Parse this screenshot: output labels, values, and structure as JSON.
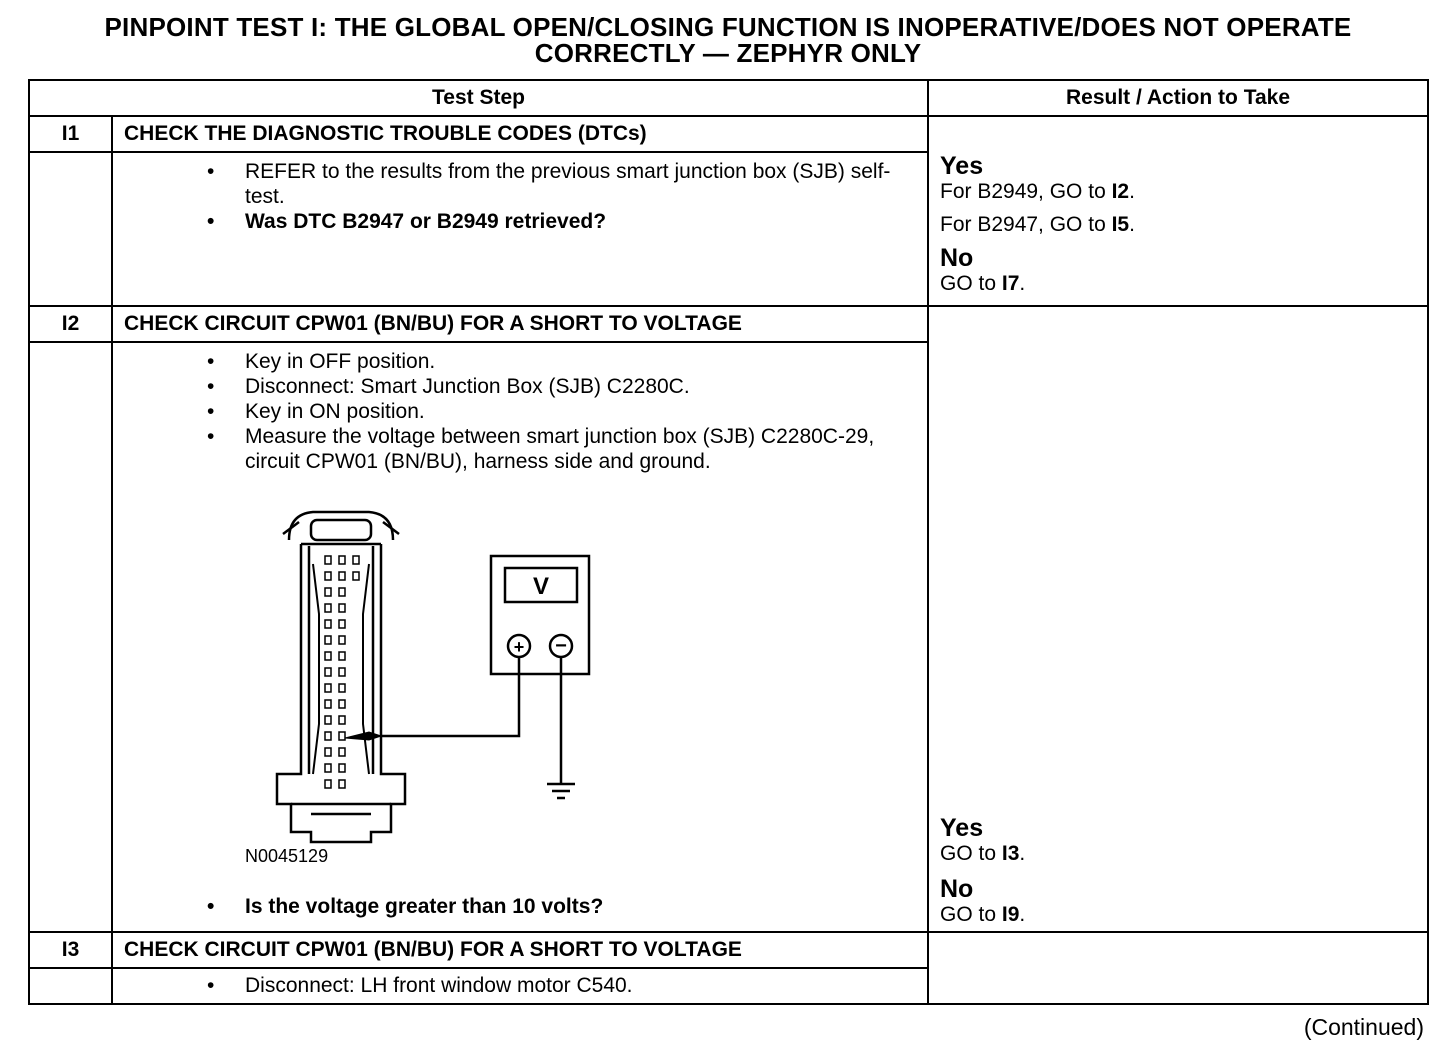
{
  "title": {
    "line1": "PINPOINT TEST I: THE GLOBAL OPEN/CLOSING FUNCTION IS INOPERATIVE/DOES NOT OPERATE",
    "line2": "CORRECTLY — ZEPHYR ONLY"
  },
  "table": {
    "col_test_step": "Test Step",
    "col_result": "Result / Action to Take"
  },
  "steps": [
    {
      "id": "I1",
      "heading": "CHECK THE DIAGNOSTIC TROUBLE CODES (DTCs)",
      "items": [
        "REFER to the results from the previous smart junction box (SJB) self-test.",
        "Was DTC B2947 or B2949 retrieved?"
      ],
      "result": {
        "yes_label": "Yes",
        "yes_line1_text": "For B2949, GO to ",
        "yes_line1_target": "I2",
        "yes_line2_text": "For B2947, GO to ",
        "yes_line2_target": "I5",
        "no_label": "No",
        "no_text": "GO to ",
        "no_target": "I7"
      }
    },
    {
      "id": "I2",
      "heading": "CHECK CIRCUIT CPW01 (BN/BU) FOR A SHORT TO VOLTAGE",
      "items": [
        "Key in OFF position.",
        "Disconnect: Smart Junction Box (SJB) C2280C.",
        "Key in ON position.",
        "Measure the voltage between smart junction box (SJB) C2280C-29, circuit CPW01 (BN/BU), harness side and ground."
      ],
      "figure_id": "N0045129",
      "meter_symbol": "V",
      "question": "Is the voltage greater than 10 volts?",
      "result": {
        "yes_label": "Yes",
        "yes_text": "GO to ",
        "yes_target": "I3",
        "no_label": "No",
        "no_text": "GO to ",
        "no_target": "I9"
      }
    },
    {
      "id": "I3",
      "heading": "CHECK CIRCUIT CPW01 (BN/BU) FOR A SHORT TO VOLTAGE",
      "items": [
        "Disconnect: LH front window motor C540."
      ]
    }
  ],
  "footer": {
    "continued": "(Continued)"
  }
}
